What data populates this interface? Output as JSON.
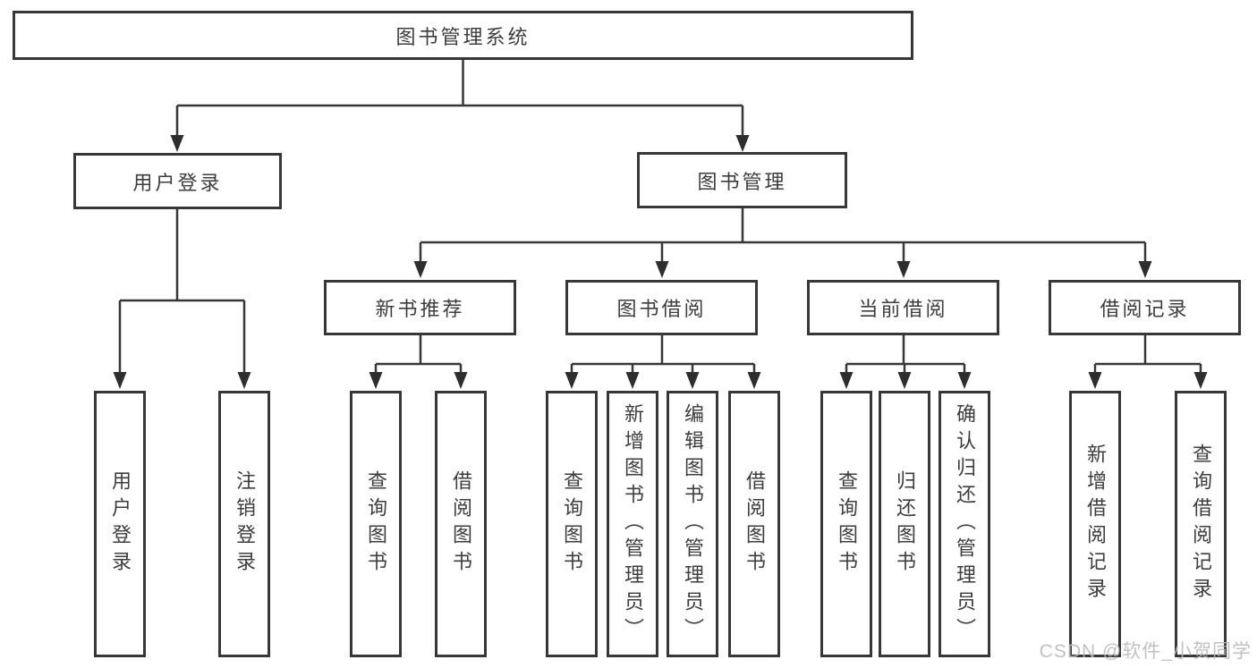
{
  "tree": {
    "label": "图书管理系统",
    "children": [
      {
        "label": "用户登录",
        "children": [
          {
            "label": "用户登录"
          },
          {
            "label": "注销登录"
          }
        ]
      },
      {
        "label": "图书管理",
        "children": [
          {
            "label": "新书推荐",
            "children": [
              {
                "label": "查询图书"
              },
              {
                "label": "借阅图书"
              }
            ]
          },
          {
            "label": "图书借阅",
            "children": [
              {
                "label": "查询图书"
              },
              {
                "label": "新增图书（管理员）"
              },
              {
                "label": "编辑图书（管理员）"
              },
              {
                "label": "借阅图书"
              }
            ]
          },
          {
            "label": "当前借阅",
            "children": [
              {
                "label": "查询图书"
              },
              {
                "label": "归还图书"
              },
              {
                "label": "确认归还（管理员）"
              }
            ]
          },
          {
            "label": "借阅记录",
            "children": [
              {
                "label": "新增借阅记录"
              },
              {
                "label": "查询借阅记录"
              }
            ]
          }
        ]
      }
    ]
  },
  "watermark": {
    "text": "CSDN @软件_小贺同学"
  },
  "colors": {
    "line": "#373737",
    "arrow": "#2e2e2e",
    "box_border": "#373737",
    "box_fill": "#ffffff",
    "text": "#3d3d3d",
    "watermark": "#b9b9b9",
    "background": "#ffffff"
  }
}
